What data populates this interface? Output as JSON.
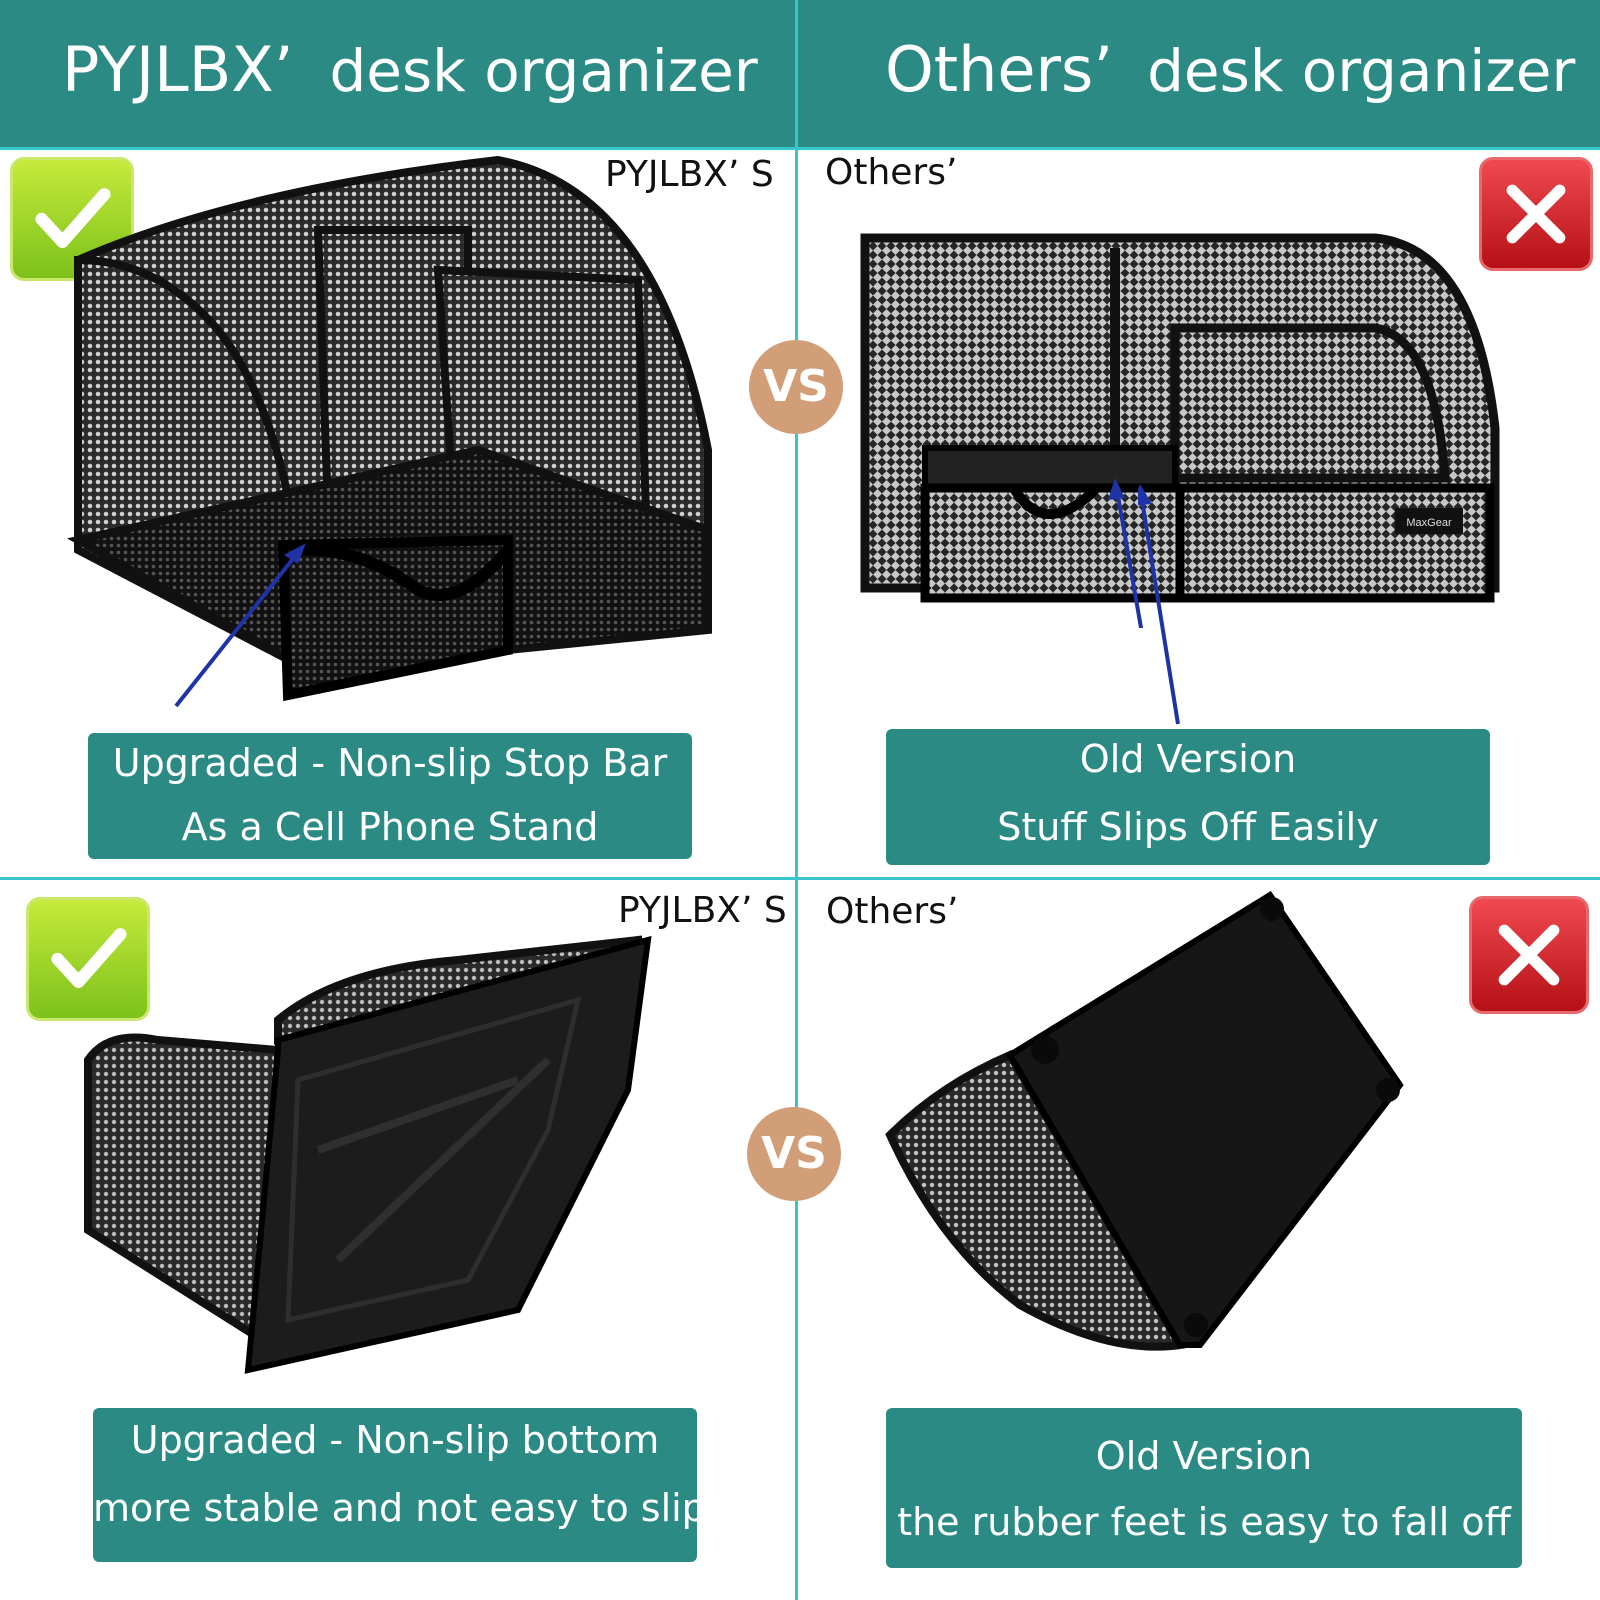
{
  "header": {
    "left_brand": "PYJLBX’",
    "left_text": "desk organizer",
    "right_brand": "Others’",
    "right_text": "desk organizer"
  },
  "top_row": {
    "left_label": "PYJLBX’ S",
    "right_label": "Others’",
    "vs": "VS",
    "left_caption": [
      "Upgraded - Non-slip Stop Bar",
      "As a Cell Phone Stand"
    ],
    "right_caption": [
      "Old Version",
      "Stuff Slips Off Easily"
    ]
  },
  "bottom_row": {
    "left_label": "PYJLBX’ S",
    "right_label": "Others’",
    "vs": "VS",
    "left_caption": [
      "Upgraded - Non-slip bottom",
      "more stable and not easy to slip"
    ],
    "right_caption": [
      "Old Version",
      "the rubber feet is easy to fall off"
    ]
  },
  "product_brand_mark": "MaxGear",
  "colors": {
    "teal": "#2b8a84",
    "divider": "#37c6cb",
    "vs_circle": "#d29e78",
    "check_green": "#8ccc22",
    "cross_red": "#d2262c",
    "arrow_blue": "#1f33a6"
  },
  "icons": [
    "check-icon",
    "cross-icon",
    "arrow-icon"
  ]
}
